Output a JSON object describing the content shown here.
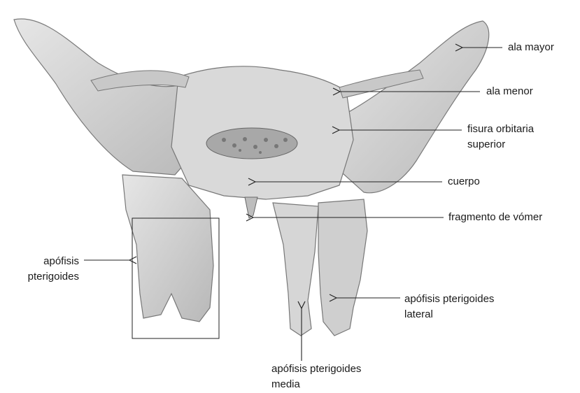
{
  "figure": {
    "colors": {
      "bone_fill": "#d4d4d4",
      "bone_dark": "#8e8e8e",
      "bone_light": "#eeeeee",
      "line": "#222222"
    },
    "labels": {
      "ala_mayor": "ala mayor",
      "ala_menor": "ala menor",
      "fisura_line1": "fisura orbitaria",
      "fisura_line2": "superior",
      "cuerpo": "cuerpo",
      "fragmento": "fragmento de vómer",
      "pterigoides_line1": "apófisis",
      "pterigoides_line2": "pterigoides",
      "lateral_line1": "apófisis pterigoides",
      "lateral_line2": "lateral",
      "media_line1": "apófisis pterigoides",
      "media_line2": "media"
    }
  }
}
